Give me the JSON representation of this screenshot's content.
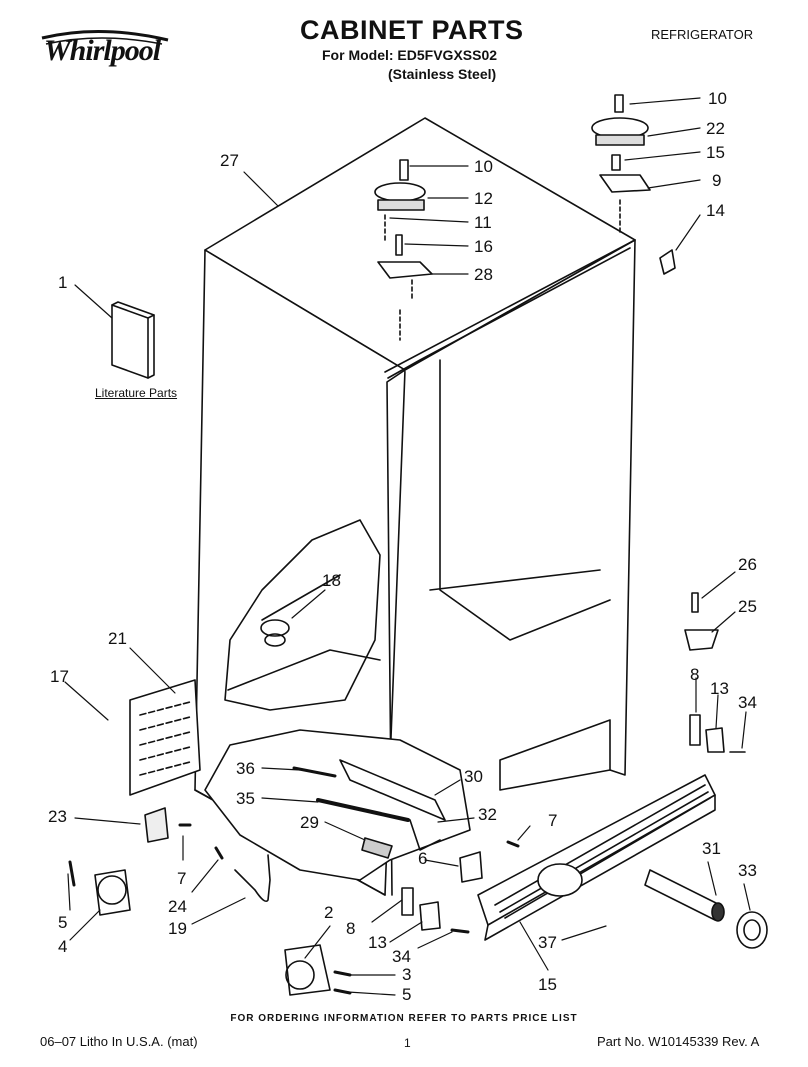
{
  "header": {
    "brand": "Whirlpool",
    "title": "CABINET PARTS",
    "model_line": "For Model: ED5FVGXSS02",
    "model_finish": "(Stainless Steel)",
    "category": "REFRIGERATOR"
  },
  "literature_label": "Literature Parts",
  "callouts": [
    "10",
    "22",
    "15",
    "9",
    "14",
    "27",
    "10",
    "12",
    "11",
    "16",
    "28",
    "1",
    "18",
    "26",
    "25",
    "21",
    "17",
    "8",
    "13",
    "34",
    "36",
    "30",
    "35",
    "32",
    "7",
    "29",
    "6",
    "23",
    "7",
    "24",
    "19",
    "5",
    "4",
    "31",
    "33",
    "8",
    "13",
    "34",
    "37",
    "15",
    "2",
    "3",
    "5"
  ],
  "footer": {
    "note": "FOR ORDERING INFORMATION REFER TO PARTS PRICE LIST",
    "print_info": "06–07 Litho In U.S.A. (mat)",
    "page": "1",
    "part_number": "Part No. W10145339 Rev. A"
  }
}
